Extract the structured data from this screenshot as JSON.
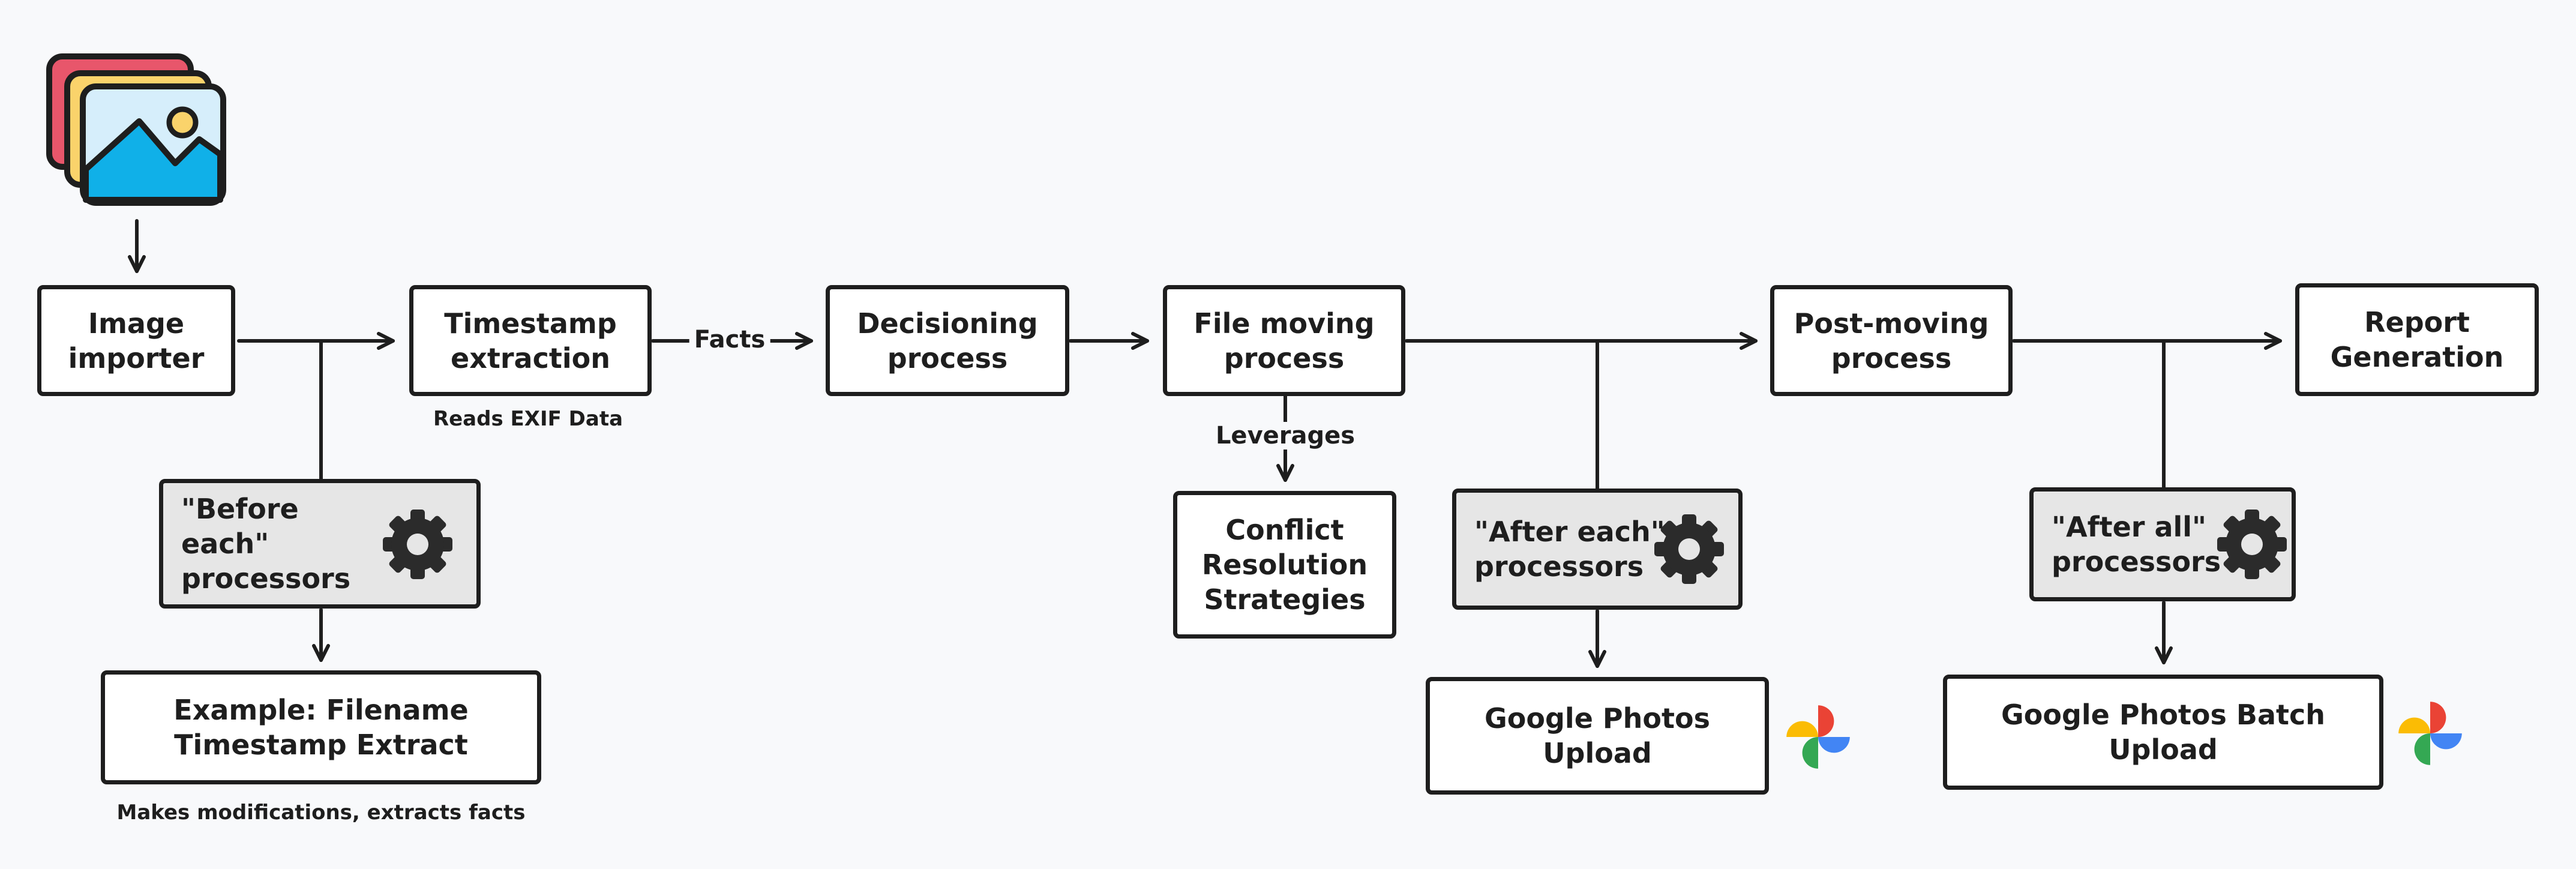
{
  "nodes": {
    "image_importer": "Image\nimporter",
    "timestamp_extraction": "Timestamp\nextraction",
    "decisioning": "Decisioning\nprocess",
    "file_moving": "File moving\nprocess",
    "post_moving": "Post-moving\nprocess",
    "report_generation": "Report\nGeneration",
    "before_each": "\"Before each\"\nprocessors",
    "example_filename": "Example: Filename\nTimestamp Extract",
    "conflict_resolution": "Conflict\nResolution\nStrategies",
    "after_each": "\"After each\"\nprocessors",
    "after_all": "\"After all\"\nprocessors",
    "google_photos_upload": "Google Photos Upload",
    "google_photos_batch_upload": "Google Photos Batch Upload"
  },
  "notes": {
    "reads_exif": "Reads EXIF Data",
    "makes_modifications": "Makes modifications, extracts facts"
  },
  "edge_labels": {
    "facts": "Facts",
    "leverages": "Leverages"
  },
  "colors": {
    "stroke": "#1e1e1e",
    "background": "#f8f9fb",
    "node_fill": "#ffffff",
    "processor_fill": "#e6e6e6",
    "gear": "#2b2b2b",
    "photo_back": "#e8566b",
    "photo_middle": "#fad36b",
    "photo_front_sky": "#d6eefb",
    "photo_front_hills": "#10b0e8",
    "sun": "#fad36b"
  },
  "icons": [
    "image-stack-icon",
    "gear-icon",
    "google-photos-icon"
  ]
}
